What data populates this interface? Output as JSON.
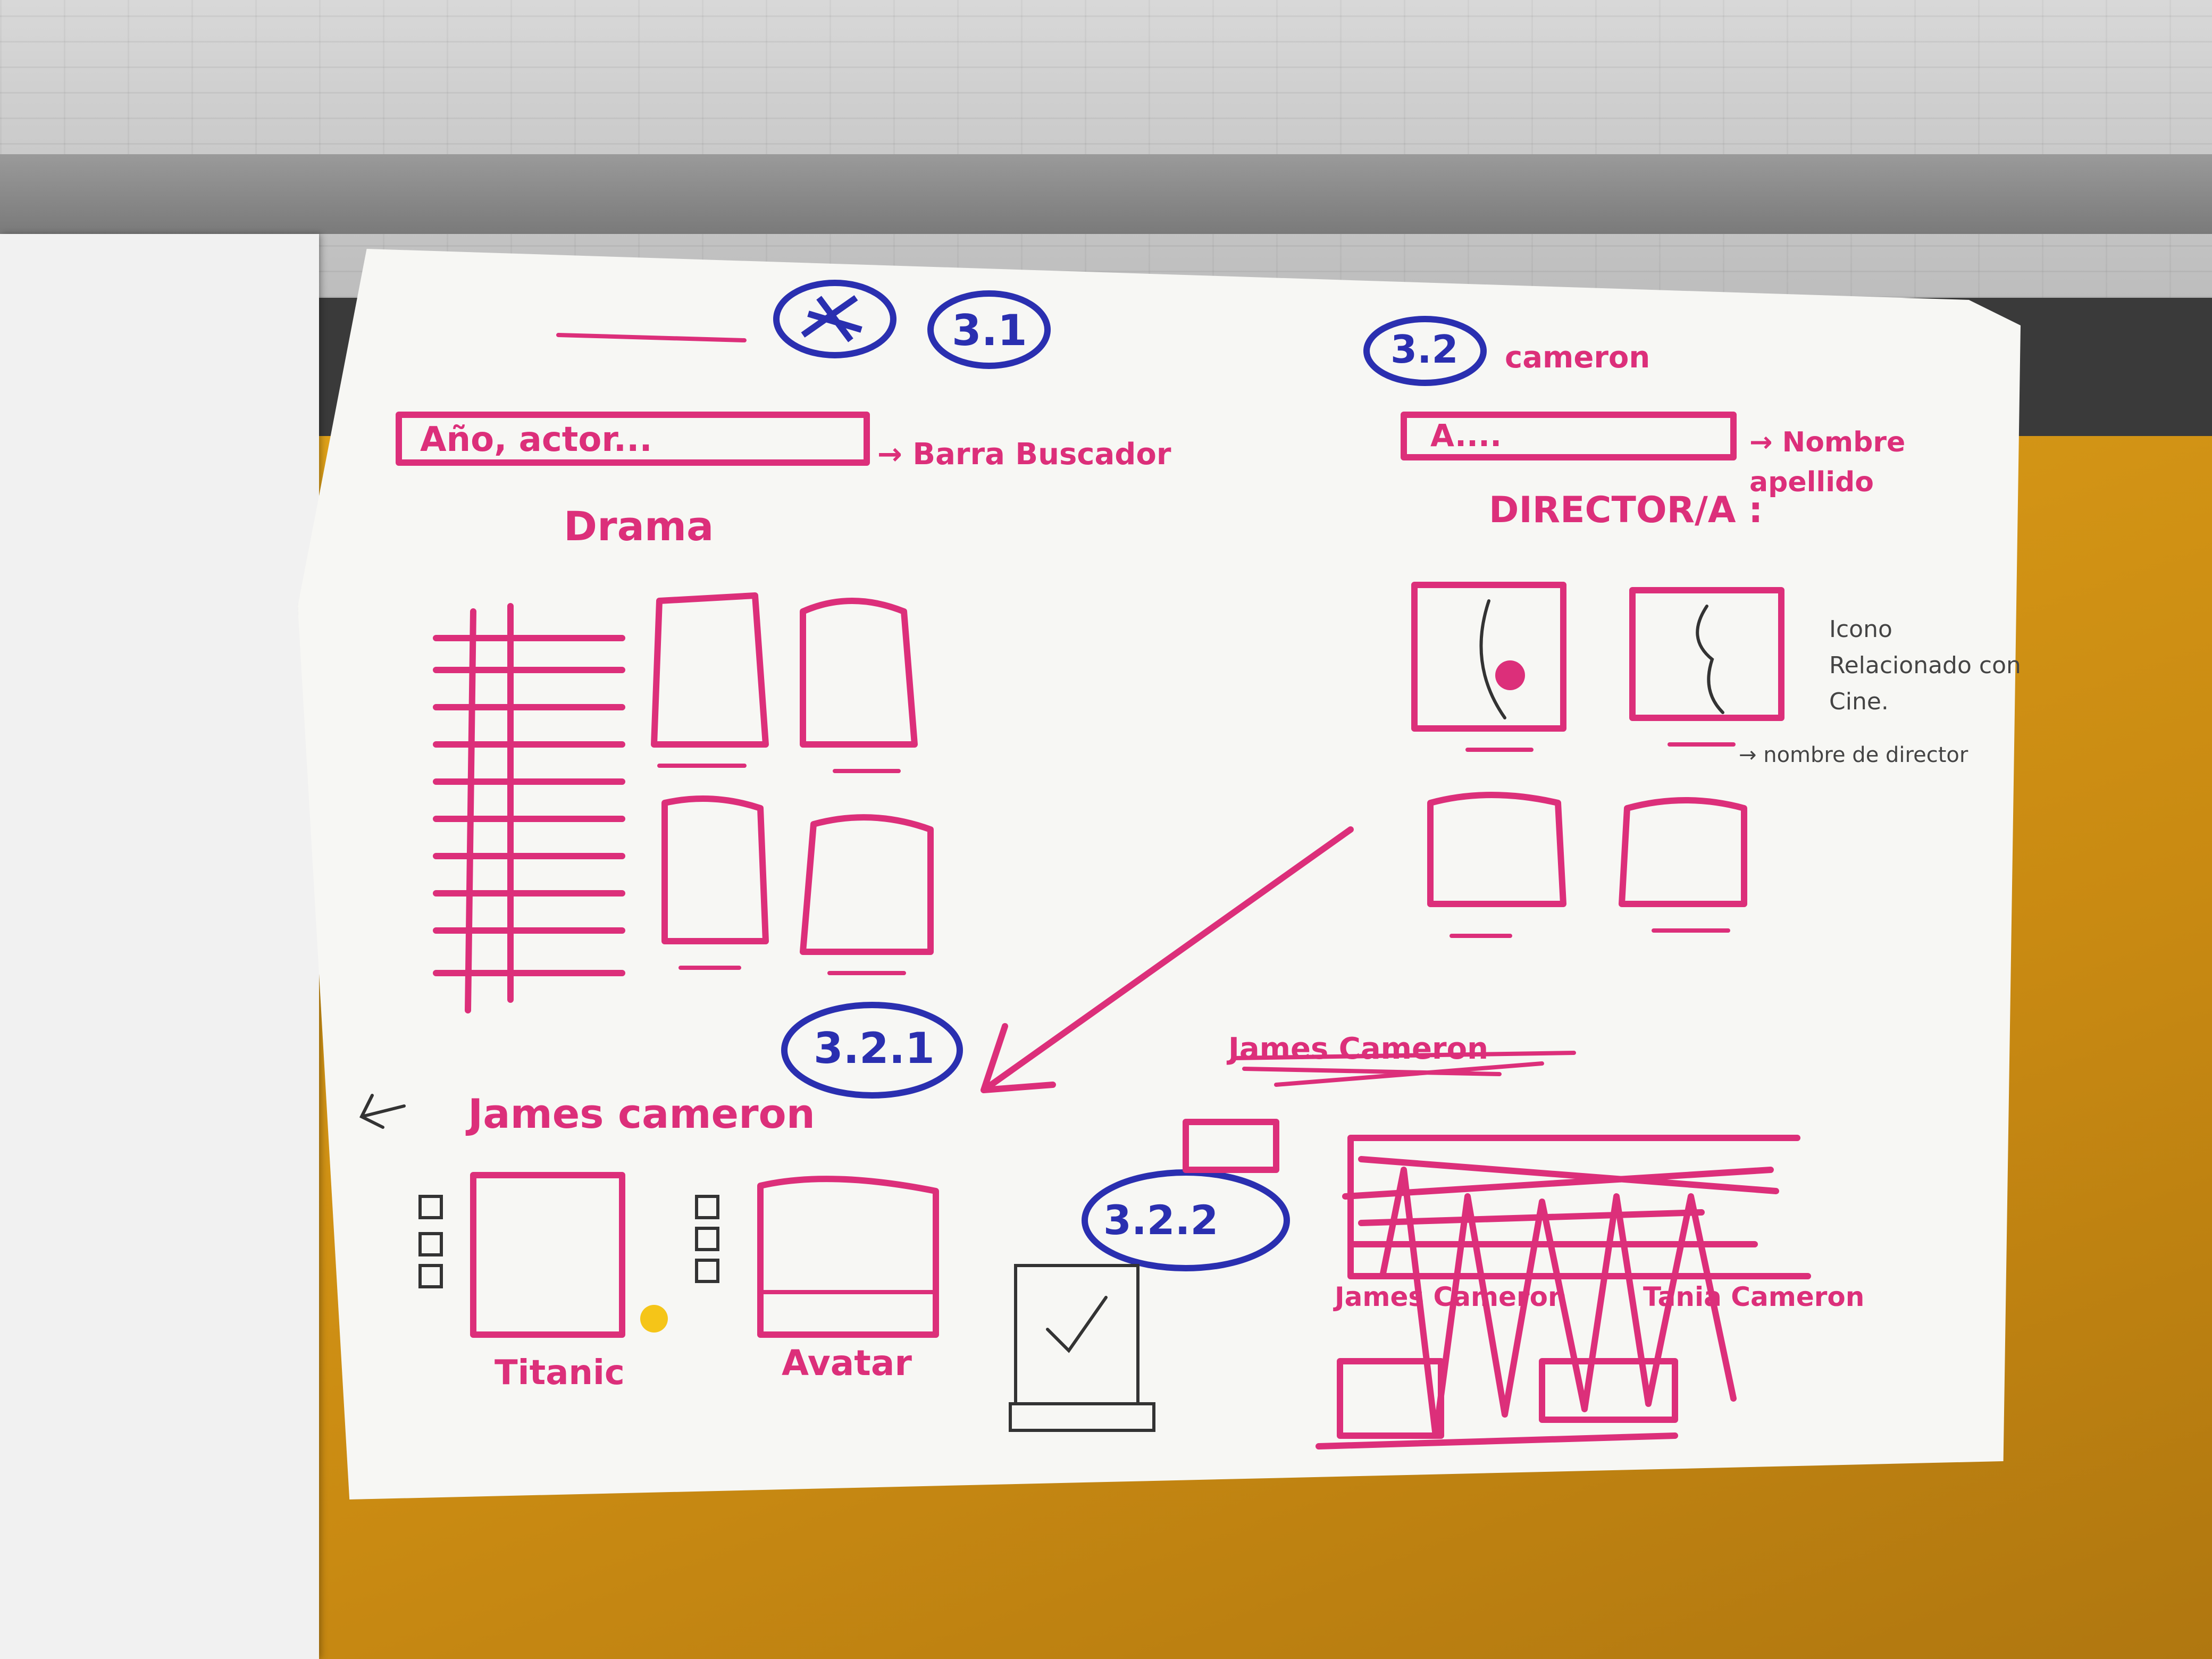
{
  "labels": {
    "section_3_1": "3.1",
    "section_3_2": "3.2",
    "section_3_2_1": "3.2.1",
    "section_3_2_2": "3.2.2",
    "search_bar_1": "Año, actor...",
    "search_note": "→ Barra Buscador",
    "genre_heading": "Drama",
    "search_bar_2": "A....",
    "search_bar_2_header": "cameron",
    "name_note": "→ Nombre apellido",
    "director_heading": "DIRECTOR/A :",
    "icon_note": "Icono Relacionado con Cine.",
    "director_name_note": "→ nombre de director",
    "director_page_title": "James cameron",
    "movie_1": "Titanic",
    "movie_2": "Avatar",
    "struck_heading": "James Cameron",
    "struck_name_1": "James Cameron",
    "struck_name_2": "Tania Cameron"
  },
  "colors": {
    "pink_marker": "#dc2f7a",
    "blue_marker": "#2a2fb0",
    "board_yellow": "#d99a16",
    "paper": "#f7f7f4"
  }
}
